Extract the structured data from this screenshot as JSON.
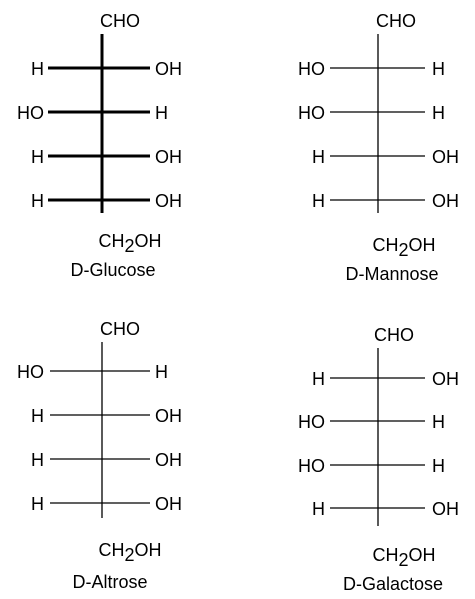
{
  "colors": {
    "ink": "#000000",
    "background": "#ffffff"
  },
  "structures": [
    {
      "name": "D-Glucose",
      "top": "CHO",
      "bottom": {
        "main": "CH",
        "sub": "2",
        "tail": "OH"
      },
      "rows": [
        {
          "left": "H",
          "right": "OH"
        },
        {
          "left": "HO",
          "right": "H"
        },
        {
          "left": "H",
          "right": "OH"
        },
        {
          "left": "H",
          "right": "OH"
        }
      ]
    },
    {
      "name": "D-Mannose",
      "top": "CHO",
      "bottom": {
        "main": "CH",
        "sub": "2",
        "tail": "OH"
      },
      "rows": [
        {
          "left": "HO",
          "right": "H"
        },
        {
          "left": "HO",
          "right": "H"
        },
        {
          "left": "H",
          "right": "OH"
        },
        {
          "left": "H",
          "right": "OH"
        }
      ]
    },
    {
      "name": "D-Altrose",
      "top": "CHO",
      "bottom": {
        "main": "CH",
        "sub": "2",
        "tail": "OH"
      },
      "rows": [
        {
          "left": "HO",
          "right": "H"
        },
        {
          "left": "H",
          "right": "OH"
        },
        {
          "left": "H",
          "right": "OH"
        },
        {
          "left": "H",
          "right": "OH"
        }
      ]
    },
    {
      "name": "D-Galactose",
      "top": "CHO",
      "bottom": {
        "main": "CH",
        "sub": "2",
        "tail": "OH"
      },
      "rows": [
        {
          "left": "H",
          "right": "OH"
        },
        {
          "left": "HO",
          "right": "H"
        },
        {
          "left": "HO",
          "right": "H"
        },
        {
          "left": "H",
          "right": "OH"
        }
      ]
    }
  ]
}
